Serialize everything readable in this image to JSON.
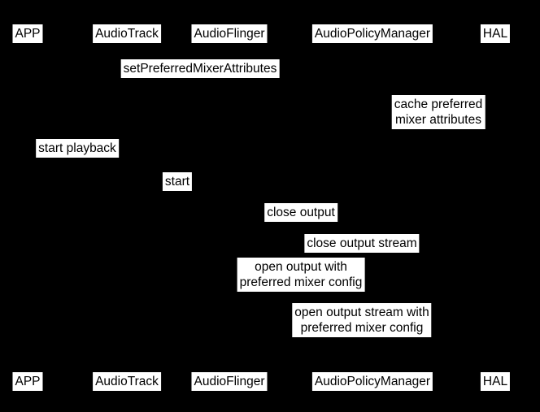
{
  "diagram": {
    "type": "sequence",
    "background_color": "#000000",
    "label_background": "#ffffff",
    "label_text_color": "#000000",
    "participants": [
      {
        "label": "APP"
      },
      {
        "label": "AudioTrack"
      },
      {
        "label": "AudioFlinger"
      },
      {
        "label": "AudioPolicyManager"
      },
      {
        "label": "HAL"
      }
    ],
    "messages": [
      {
        "text": "setPreferredMixerAttributes"
      },
      {
        "text": "cache preferred\nmixer attributes"
      },
      {
        "text": "start playback"
      },
      {
        "text": "start"
      },
      {
        "text": "close output"
      },
      {
        "text": "close output stream"
      },
      {
        "text": "open output with\npreferred mixer config"
      },
      {
        "text": "open output stream with\npreferred mixer config"
      }
    ]
  }
}
